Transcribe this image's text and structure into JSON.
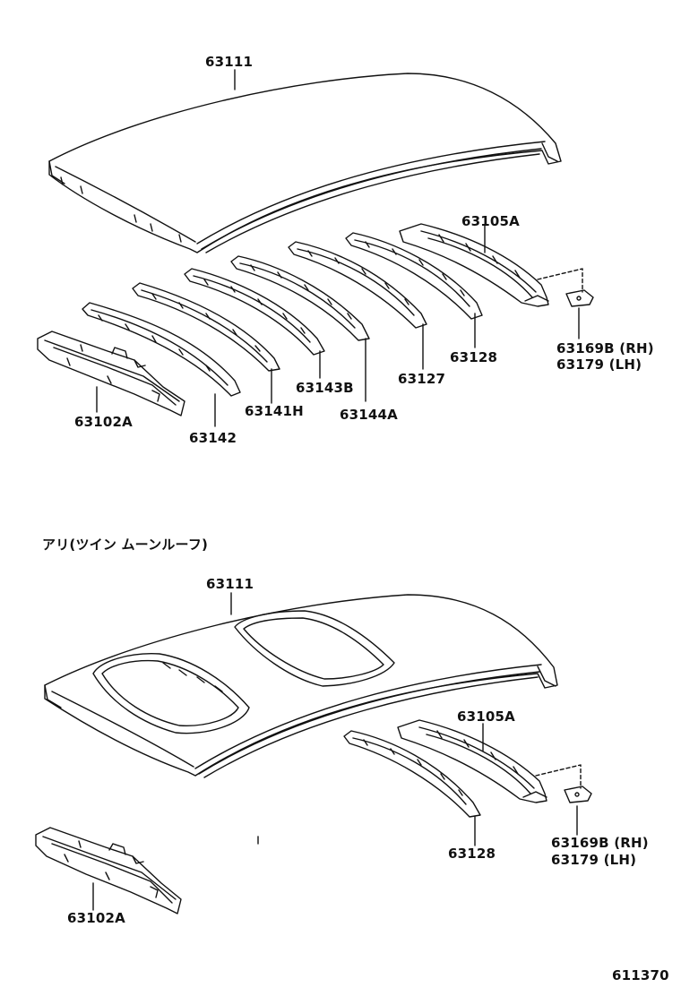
{
  "colors": {
    "ink": "#111111",
    "paper": "#ffffff"
  },
  "top": {
    "roof": "63111",
    "rail_rear": "63105A",
    "bracket_rh": "63169B (RH)",
    "bracket_lh": "63179 (LH)",
    "rail_front": "63102A",
    "bow_1": "63142",
    "bow_2": "63141H",
    "bow_3": "63143B",
    "bow_4": "63144A",
    "bow_5": "63127",
    "bow_6": "63128"
  },
  "bottom": {
    "note": "アリ(ツイン ムーンルーフ)",
    "roof": "63111",
    "rail_rear": "63105A",
    "bow": "63128",
    "bracket_rh": "63169B (RH)",
    "bracket_lh": "63179 (LH)",
    "rail_front": "63102A"
  },
  "diagram_code": "611370"
}
